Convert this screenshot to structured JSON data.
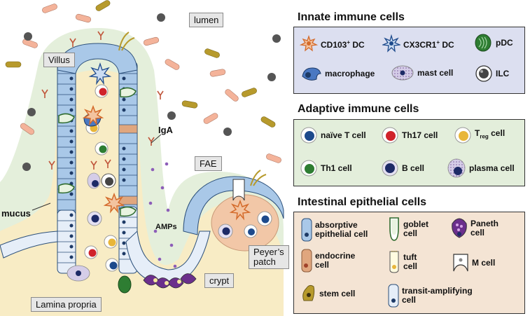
{
  "diagram": {
    "labels": {
      "lumen": "lumen",
      "villus": "Villus",
      "iga": "IgA",
      "fae": "FAE",
      "mucus": "mucus",
      "amps": "AMPs",
      "peyers_patch_line1": "Peyer’s",
      "peyers_patch_line2": "patch",
      "crypt": "crypt",
      "lamina_propria": "Lamina propria"
    }
  },
  "legend": {
    "innate": {
      "title": "Innate immune cells",
      "color": "#dcdff0",
      "items": [
        {
          "icon": "cd103-dc-icon",
          "prefix": "CD103",
          "sup": "+",
          "suffix": " DC"
        },
        {
          "icon": "cx3cr1-dc-icon",
          "prefix": "CX3CR1",
          "sup": "+",
          "suffix": " DC"
        },
        {
          "icon": "pdc-icon",
          "label": "pDC"
        },
        {
          "icon": "macrophage-icon",
          "label": "macrophage"
        },
        {
          "icon": "mast-cell-icon",
          "label": "mast cell"
        },
        {
          "icon": "ilc-icon",
          "label": "ILC"
        }
      ]
    },
    "adaptive": {
      "title": "Adaptive immune cells",
      "color": "#e3eedb",
      "items": [
        {
          "icon": "naive-t-cell-icon",
          "label": "naïve T cell"
        },
        {
          "icon": "th17-cell-icon",
          "label": "Th17 cell"
        },
        {
          "icon": "treg-cell-icon",
          "prefix": "T",
          "sub": "reg",
          "suffix": " cell"
        },
        {
          "icon": "th1-cell-icon",
          "label": "Th1 cell"
        },
        {
          "icon": "b-cell-icon",
          "label": "B cell"
        },
        {
          "icon": "plasma-cell-icon",
          "label": "plasma cell"
        }
      ]
    },
    "epithelial": {
      "title": "Intestinal epithelial cells",
      "color": "#f4e4d4",
      "items": [
        {
          "icon": "absorptive-epithelial-cell-icon",
          "line1": "absorptive",
          "line2": "epithelial cell"
        },
        {
          "icon": "goblet-cell-icon",
          "line1": "goblet",
          "line2": "cell"
        },
        {
          "icon": "paneth-cell-icon",
          "line1": "Paneth",
          "line2": "cell"
        },
        {
          "icon": "endocrine-cell-icon",
          "line1": "endocrine",
          "line2": "cell"
        },
        {
          "icon": "tuft-cell-icon",
          "line1": "tuft",
          "line2": "cell"
        },
        {
          "icon": "m-cell-icon",
          "label": "M cell"
        },
        {
          "icon": "stem-cell-icon",
          "label": "stem cell"
        },
        {
          "icon": "transit-amplifying-cell-icon",
          "line1": "transit-amplifying",
          "line2": "cell"
        }
      ]
    }
  },
  "colors": {
    "mucus": "#e4efdb",
    "lamina_propria": "#f8ecc5",
    "epithelium": "#a9c8e8",
    "bacteria_rod": "#f4b39a",
    "bacteria_olive": "#b79a2c",
    "bacteria_grey": "#555555",
    "iga": "#c0553a",
    "amps": "#8c5db8"
  }
}
